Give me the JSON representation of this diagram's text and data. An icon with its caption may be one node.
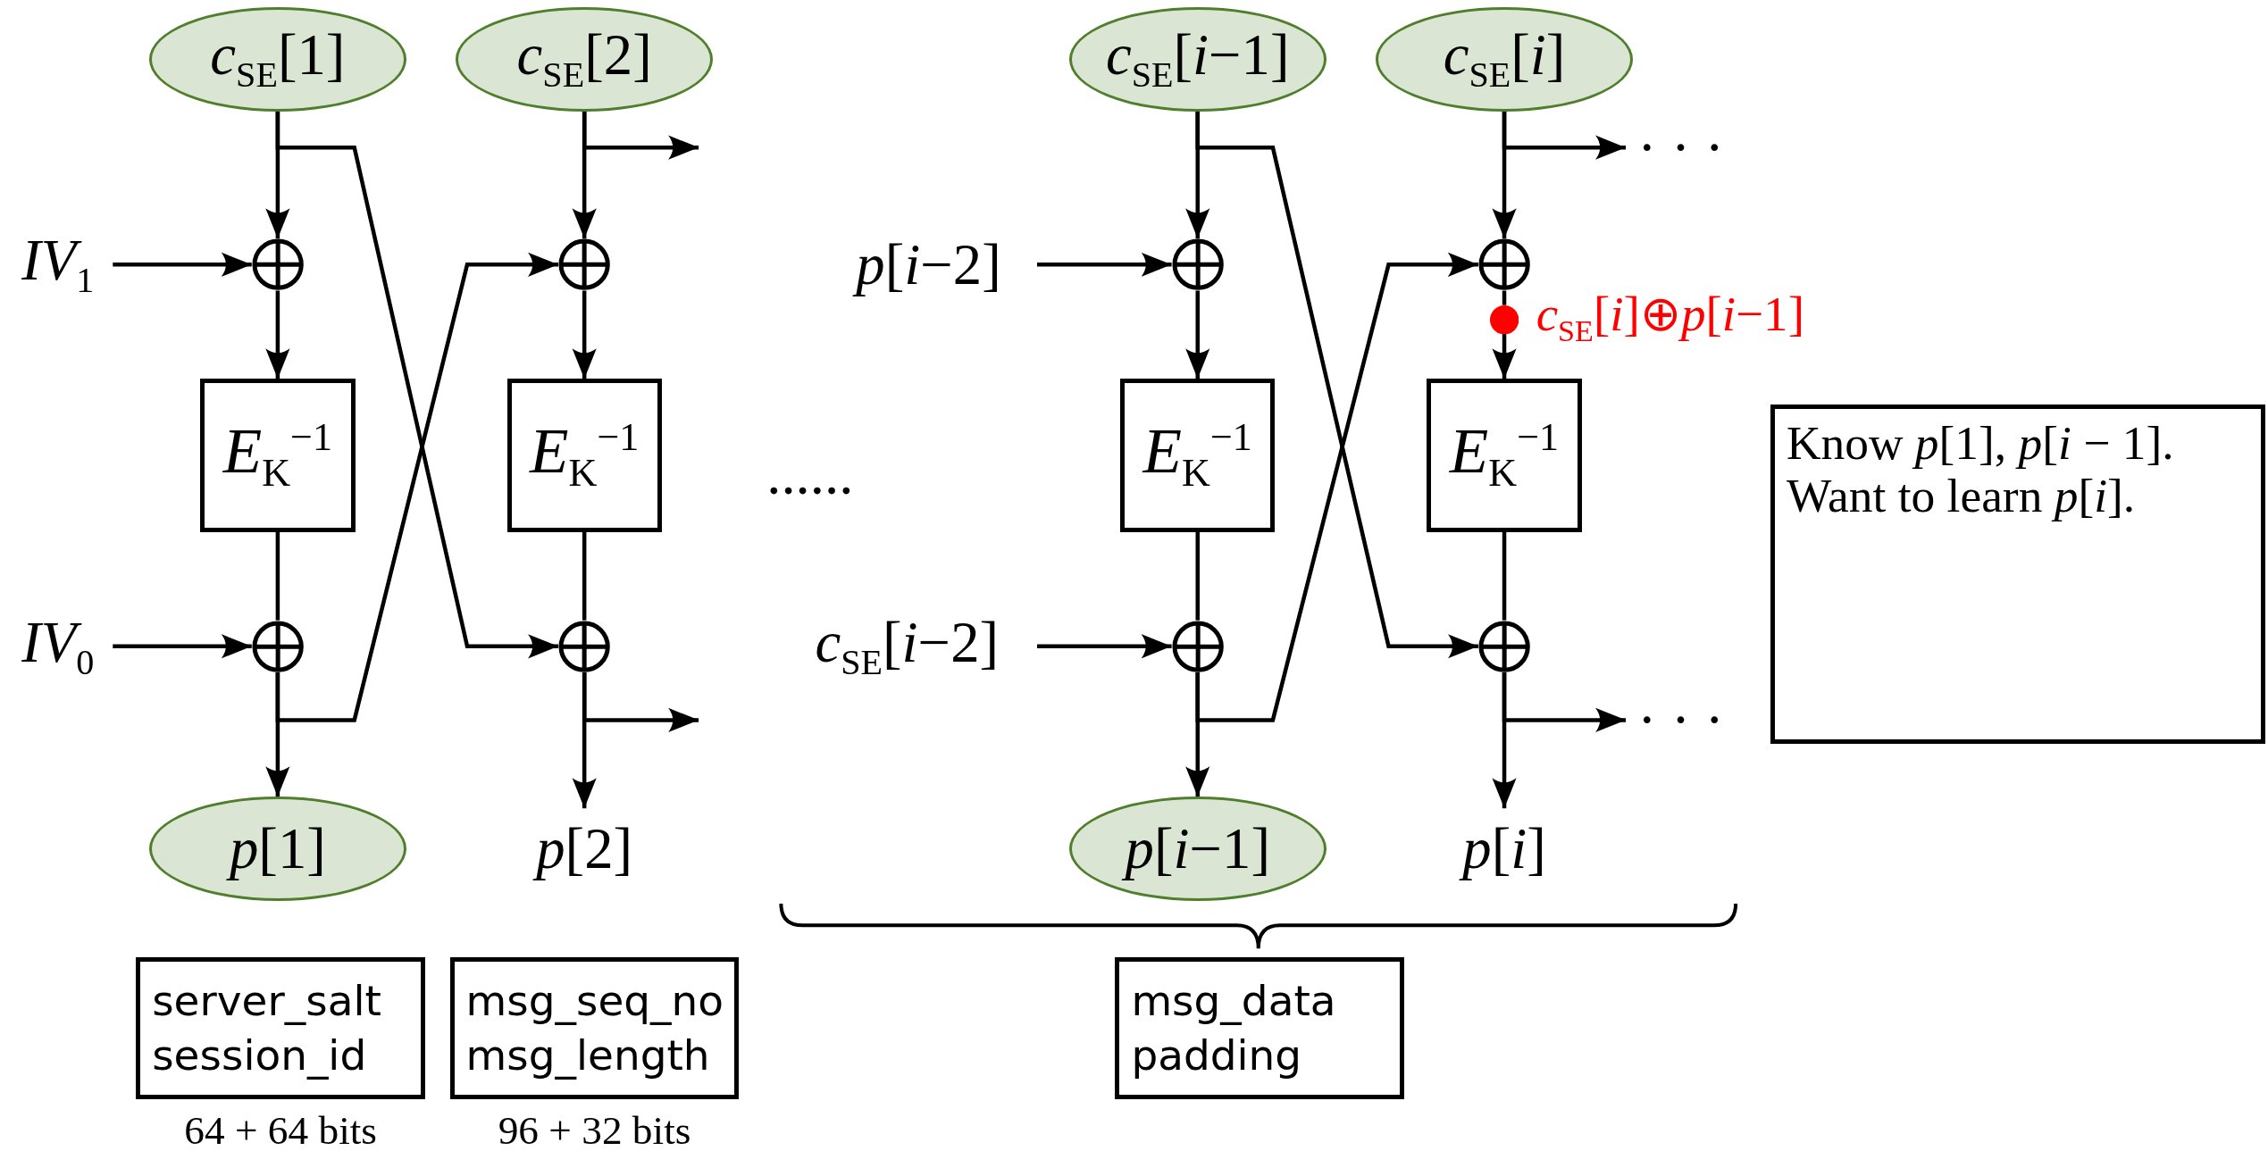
{
  "diagram": {
    "nodes": [
      {
        "text": [
          "*c*$_{SE}$[1]"
        ]
      },
      {
        "text": [
          "*c*$_{SE}$[2]"
        ]
      },
      {
        "text": [
          "*c*$_{SE}$[*i*−1]"
        ]
      },
      {
        "text": [
          "*c*$_{SE}$[*i*]"
        ]
      },
      {
        "text": [
          "*IV*$_{1}$"
        ]
      },
      {
        "text": [],
        "shape": "circle"
      },
      {
        "text": [
          "*E*$_{K}$$^{−1}$"
        ]
      },
      {
        "text": [
          "*IV*$_{0}$"
        ]
      },
      {
        "text": [],
        "shape": "circle"
      },
      {
        "text": [
          "*p*[1]"
        ]
      },
      {
        "text": [],
        "shape": "circle"
      },
      {
        "text": [
          "*E*$_{K}$$^{−1}$"
        ]
      },
      {
        "text": [],
        "shape": "circle"
      },
      {
        "text": [
          "*p*[2]"
        ]
      },
      {
        "text": [
          "*p*[*i*−2]"
        ]
      },
      {
        "text": [],
        "shape": "circle"
      },
      {
        "text": [
          "*E*$_{K}$$^{−1}$"
        ]
      },
      {
        "text": [
          "*c*$_{SE}$[*i*−2]"
        ]
      },
      {
        "text": [],
        "shape": "circle"
      },
      {
        "text": [
          "*p*[*i*−1]"
        ]
      },
      {
        "text": [],
        "shape": "circle"
      },
      {
        "text": [],
        "shape": "circle",
        "beside": [
          "*c*$_{SE}$[*i*]⊕*p*[*i*−1]"
        ]
      },
      {
        "text": [
          "*E*$_{K}$$^{−1}$"
        ]
      },
      {
        "text": [],
        "shape": "circle"
      },
      {
        "text": [
          "*p*[*i*]"
        ]
      },
      {
        "text": [
          "server_salt",
          "session_id"
        ],
        "beside": [
          "64 + 64 bits"
        ]
      },
      {
        "text": [
          "msg_seq_no",
          "msg_length"
        ],
        "beside": [
          "96 + 32 bits"
        ]
      },
      {
        "text": [
          "msg_data",
          "padding"
        ]
      },
      {
        "text": [
          "Know *p*[1], *p*[*i* − 1].",
          "Want to learn *p*[*i*]."
        ]
      },
      {
        "text": [
          "· · ·"
        ]
      },
      {
        "text": [
          "· · ·"
        ]
      }
    ],
    "edges": [
      {
        "from": 0,
        "to": 5,
        "arrow": "to"
      },
      {
        "from": 0,
        "to": 12,
        "arrow": "to"
      },
      {
        "from": 4,
        "to": 5,
        "arrow": "to"
      },
      {
        "from": 5,
        "to": 6,
        "arrow": "to"
      },
      {
        "from": 6,
        "to": 8,
        "arrow": "none"
      },
      {
        "from": 7,
        "to": 8,
        "arrow": "to"
      },
      {
        "from": 8,
        "to": 9,
        "arrow": "to"
      },
      {
        "from": 8,
        "to": 10,
        "arrow": "to"
      },
      {
        "from": 1,
        "to": 10,
        "arrow": "to"
      },
      {
        "from": 1,
        "to": null,
        "arrow": "to"
      },
      {
        "from": 10,
        "to": 11,
        "arrow": "to"
      },
      {
        "from": 11,
        "to": 12,
        "arrow": "none"
      },
      {
        "from": 12,
        "to": 13,
        "arrow": "to"
      },
      {
        "from": 12,
        "to": null,
        "arrow": "to"
      },
      {
        "from": 2,
        "to": 15,
        "arrow": "to"
      },
      {
        "from": 2,
        "to": 23,
        "arrow": "to"
      },
      {
        "from": 14,
        "to": 15,
        "arrow": "to"
      },
      {
        "from": 15,
        "to": 16,
        "arrow": "to"
      },
      {
        "from": 16,
        "to": 18,
        "arrow": "none"
      },
      {
        "from": 17,
        "to": 18,
        "arrow": "to"
      },
      {
        "from": 18,
        "to": 19,
        "arrow": "to"
      },
      {
        "from": 18,
        "to": 20,
        "arrow": "to"
      },
      {
        "from": 3,
        "to": 20,
        "arrow": "to"
      },
      {
        "from": 3,
        "to": 29,
        "arrow": "to"
      },
      {
        "from": 20,
        "to": 21,
        "arrow": "none"
      },
      {
        "from": 21,
        "to": 22,
        "arrow": "to"
      },
      {
        "from": 22,
        "to": 23,
        "arrow": "none"
      },
      {
        "from": 23,
        "to": 24,
        "arrow": "to"
      },
      {
        "from": 23,
        "to": 30,
        "arrow": "to"
      }
    ],
    "labels": [
      "......"
    ]
  }
}
